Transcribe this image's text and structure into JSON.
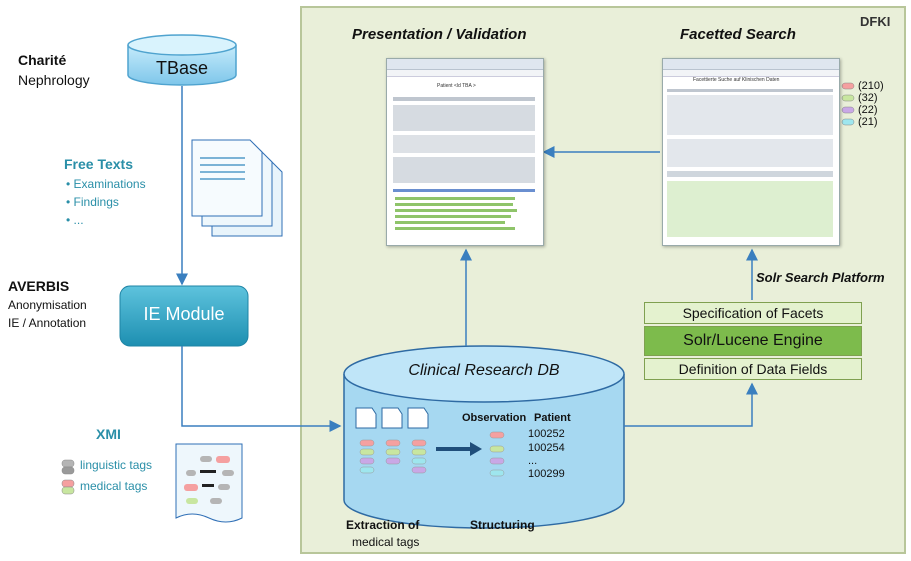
{
  "left": {
    "charite_title": "Charité",
    "charite_sub": "Nephrology",
    "tbase_label": "TBase",
    "free_texts_title": "Free Texts",
    "free_texts_items": [
      "Examinations",
      "Findings",
      "..."
    ],
    "averbis_title": "AVERBIS",
    "averbis_lines": [
      "Anonymisation",
      "IE / Annotation"
    ],
    "ie_module_label": "IE Module",
    "xmi_title": "XMI",
    "legend_linguistic": "linguistic tags",
    "legend_medical": "medical tags"
  },
  "dfki": {
    "label": "DFKI",
    "presentation_title": "Presentation  / Validation",
    "facetted_title": "Facetted Search",
    "presentation_header": "Patient <ld TBA >",
    "facetted_header": "Facettierte Suche auf Klinischen Daten",
    "facet_counts": [
      "(210)",
      "(32)",
      "(22)",
      "(21)"
    ],
    "solr_platform_label": "Solr Search Platform",
    "solr_stack": [
      "Specification of Facets",
      "Solr/Lucene Engine",
      "Definition of Data Fields"
    ],
    "db_title": "Clinical Research DB",
    "observation_header": "Observation",
    "patient_header": "Patient",
    "patient_ids": [
      "100252",
      "100254",
      "...",
      "100299"
    ],
    "extraction_line1": "Extraction of",
    "extraction_line2": "medical tags",
    "structuring_label": "Structuring"
  },
  "colors": {
    "panel_bg": "#e9efd9",
    "cylinder_blue": "#9fd6f0",
    "ie_module_teal": "#2aa5c6",
    "solr_engine_green": "#7dbb4c",
    "facet_light_green": "#e4f2cf",
    "arrow_blue": "#3a7fbf",
    "tag_red": "#f5a0a0",
    "tag_green": "#c8e6a0",
    "tag_purple": "#c9a8e6",
    "tag_cyan": "#9ee6ee",
    "tag_gray": "#b5b5b5"
  }
}
